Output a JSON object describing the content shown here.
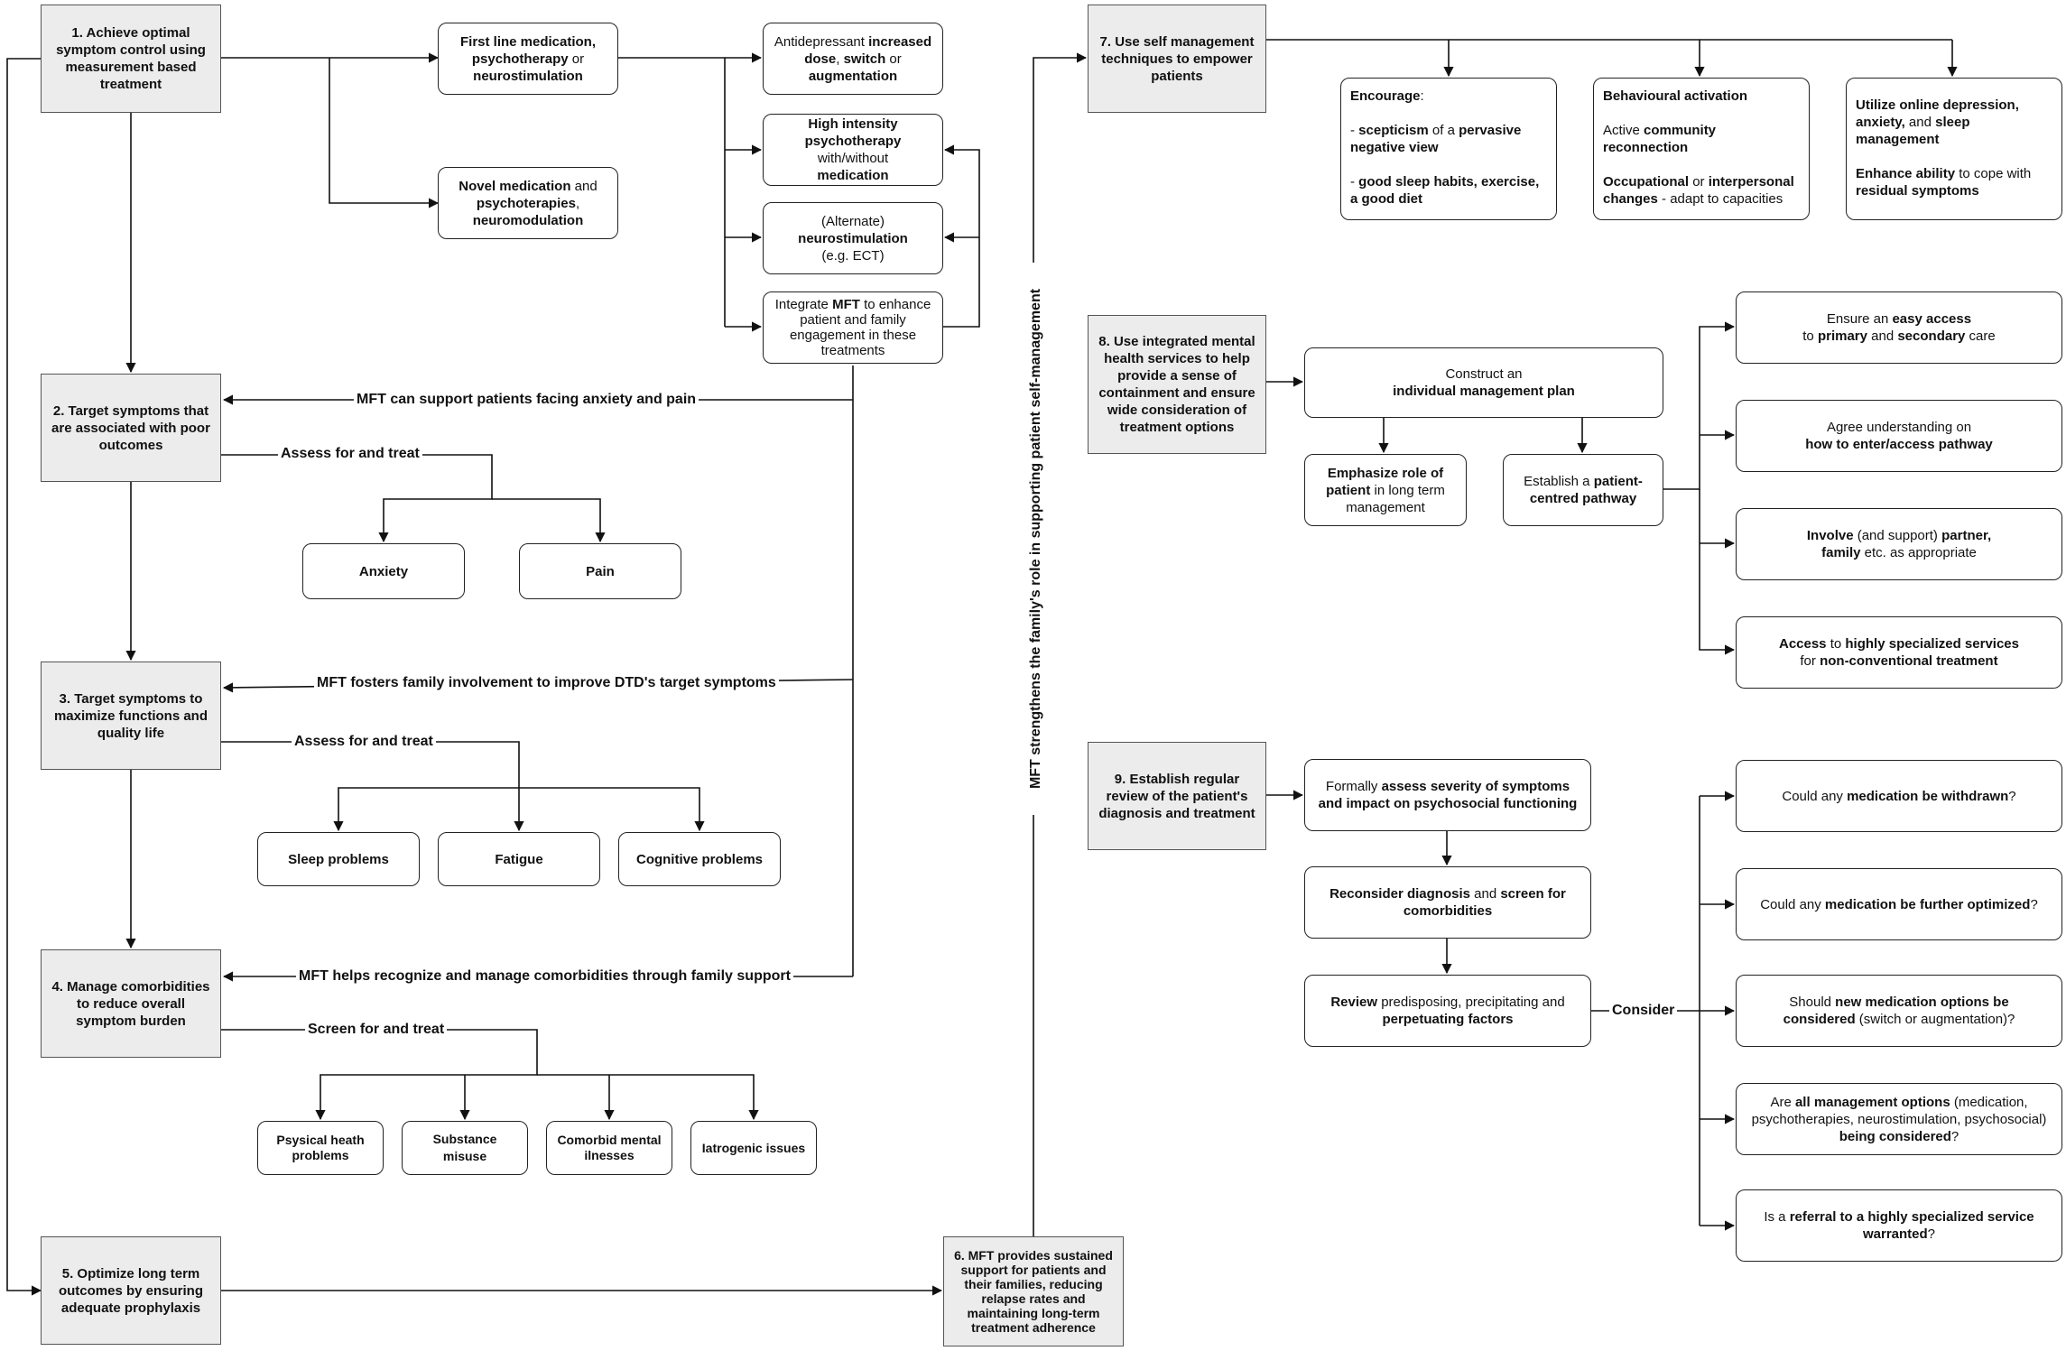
{
  "steps": {
    "s1": "1. Achieve optimal symptom control using measurement based treatment",
    "s2": "2. Target symptoms that are associated with poor outcomes",
    "s3": "3. Target symptoms to maximize functions and quality life",
    "s4": "4. Manage comorbidities to reduce overall symptom burden",
    "s5": "5. Optimize long term outcomes by ensuring adequate prophylaxis",
    "s6": "6. MFT provides sustained support for patients and their families, reducing relapse rates and maintaining long-term treatment adherence",
    "s7": "7. Use self management techniques to empower patients",
    "s8": "8. Use integrated mental health services to help provide a sense of containment and ensure wide consideration of treatment options",
    "s9": "9. Establish regular review of the patient's diagnosis and treatment"
  },
  "step1": {
    "first_line": {
      "a": "First line medication,",
      "b": "psychotherapy",
      "c": " or",
      "d": "neurostimulation"
    },
    "novel": {
      "a": "Novel medication",
      "b": " and",
      "c": "psychoterapies",
      "d": ",",
      "e": "neuromodulation"
    },
    "antidep": {
      "a": "Antidepressant ",
      "b": "increased",
      "c": "dose",
      "d": ", ",
      "e": "switch",
      "f": " or",
      "g": "augmentation"
    },
    "high_int": {
      "a": "High intensity",
      "b": "psychotherapy",
      "c": "with/without",
      "d": "medication"
    },
    "alt": {
      "a": "(Alternate)",
      "b": "neurostimulation",
      "c": "(e.g. ECT)"
    },
    "integrate": {
      "a": "Integrate ",
      "b": "MFT",
      "c": " to enhance",
      "d": "patient and family",
      "e": "engagement in these",
      "f": "treatments"
    }
  },
  "step2": {
    "assess": "Assess for and treat",
    "items": [
      "Anxiety",
      "Pain"
    ],
    "mft": "MFT can support patients facing anxiety and pain"
  },
  "step3": {
    "assess": "Assess for and treat",
    "items": [
      "Sleep problems",
      "Fatigue",
      "Cognitive problems"
    ],
    "mft": "MFT fosters family involvement to improve DTD's target symptoms"
  },
  "step4": {
    "screen": "Screen for and treat",
    "items": [
      "Psysical heath problems",
      "Substance misuse",
      "Comorbid mental ilnesses",
      "Iatrogenic issues"
    ],
    "mft": "MFT helps recognize and manage comorbidities through family support"
  },
  "vertical_label": "MFT strengthens the family's role in supporting patient self-management",
  "step7": {
    "encourage": {
      "head": "Encourage",
      "colon": ":",
      "l1a": "- ",
      "l1b": "scepticism",
      "l1c": " of a ",
      "l1d": "pervasive negative view",
      "l2a": "- ",
      "l2b": "good sleep habits, exercise, a good diet"
    },
    "behav": {
      "head": "Behavioural activation",
      "l1a": "Active ",
      "l1b": "community reconnection",
      "l2a": "Occupational",
      "l2b": " or ",
      "l2c": "interpersonal changes",
      "l2d": " - adapt to capacities"
    },
    "online": {
      "l1a": "Utilize online depression, anxiety,",
      "l1b": " and ",
      "l1c": "sleep management",
      "l2a": "Enhance ability",
      "l2b": " to cope with ",
      "l2c": "residual symptoms"
    }
  },
  "step8": {
    "plan": {
      "a": "Construct an",
      "b": "individual management plan"
    },
    "emph": {
      "a": "Emphasize role of patient",
      "b": " in long term management"
    },
    "path": {
      "a": "Establish a ",
      "b": "patient-centred pathway"
    },
    "access": {
      "a": "Ensure an ",
      "b": "easy access",
      "c": "to ",
      "d": "primary",
      "e": " and ",
      "f": "secondary",
      "g": " care"
    },
    "agree": {
      "a": "Agree understanding on",
      "b": "how to enter/access pathway"
    },
    "involve": {
      "a": "Involve",
      "b": " (and support) ",
      "c": "partner,",
      "d": "family",
      "e": " etc. as appropriate"
    },
    "special": {
      "a": "Access",
      "b": " to ",
      "c": "highly specialized services",
      "d": "for ",
      "e": "non-conventional treatment"
    }
  },
  "step9": {
    "assess": {
      "a": "Formally ",
      "b": "assess severity of",
      "c": "symptoms and impact on psychosocial functioning"
    },
    "recon": {
      "a": "Reconsider diagnosis",
      "b": " and ",
      "c": "screen for comorbidities"
    },
    "review": {
      "a": "Review",
      "b": " predisposing, precipitating and ",
      "c": "perpetuating factors"
    },
    "consider": "Consider",
    "q1": {
      "a": "Could any ",
      "b": "medication be withdrawn",
      "c": "?"
    },
    "q2": {
      "a": "Could any ",
      "b": "medication be further optimized",
      "c": "?"
    },
    "q3": {
      "a": "Should ",
      "b": "new medication options be",
      "c": "considered",
      "d": " (switch or augmentation)?"
    },
    "q4": {
      "a": "Are ",
      "b": "all management options",
      "c": " (medication, psychotherapies, neurostimulation, psychosocial) ",
      "d": "being considered",
      "e": "?"
    },
    "q5": {
      "a": "Is a ",
      "b": "referral to a highly specialized service",
      "c": "warranted",
      "d": "?"
    }
  }
}
